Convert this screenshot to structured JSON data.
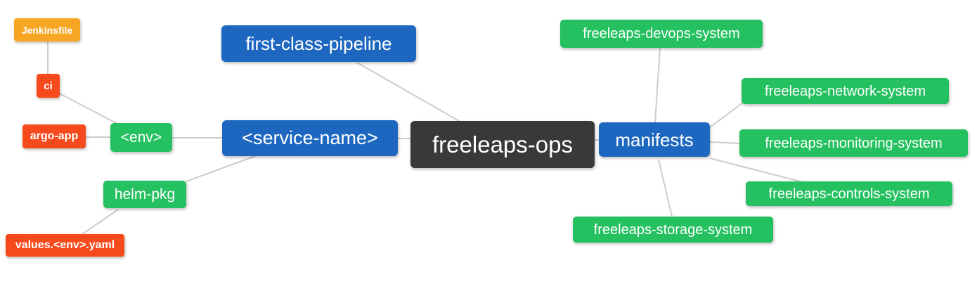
{
  "palette": {
    "background": "#ffffff",
    "text": "#ffffff",
    "edge": "#cccccc",
    "orange": "#f7a623",
    "red": "#f6491c",
    "green": "#25c160",
    "blue": "#1e67c0",
    "dark": "#3b3838"
  },
  "mindmap": {
    "root_label": "freeleaps-ops",
    "nodes": [
      {
        "id": "jenkinsfile",
        "label": "Jenkinsfile",
        "color": "#f7a623"
      },
      {
        "id": "ci",
        "label": "ci",
        "color": "#f6491c"
      },
      {
        "id": "argo-app",
        "label": "argo-app",
        "color": "#f6491c"
      },
      {
        "id": "env",
        "label": "<env>",
        "color": "#25c160"
      },
      {
        "id": "helm-pkg",
        "label": "helm-pkg",
        "color": "#25c160"
      },
      {
        "id": "values-env-yaml",
        "label": "values.<env>.yaml",
        "color": "#f6491c"
      },
      {
        "id": "first-class-pipeline",
        "label": "first-class-pipeline",
        "color": "#1e67c0"
      },
      {
        "id": "service-name",
        "label": "<service-name>",
        "color": "#1e67c0"
      },
      {
        "id": "freeleaps-ops",
        "label": "freeleaps-ops",
        "color": "#3b3838"
      },
      {
        "id": "manifests",
        "label": "manifests",
        "color": "#1e67c0"
      },
      {
        "id": "devops-system",
        "label": "freeleaps-devops-system",
        "color": "#25c160"
      },
      {
        "id": "network-system",
        "label": "freeleaps-network-system",
        "color": "#25c160"
      },
      {
        "id": "monitoring-system",
        "label": "freeleaps-monitoring-system",
        "color": "#25c160"
      },
      {
        "id": "controls-system",
        "label": "freeleaps-controls-system",
        "color": "#25c160"
      },
      {
        "id": "storage-system",
        "label": "freeleaps-storage-system",
        "color": "#25c160"
      }
    ],
    "edges": [
      {
        "from": "jenkinsfile",
        "to": "ci"
      },
      {
        "from": "ci",
        "to": "env"
      },
      {
        "from": "argo-app",
        "to": "env"
      },
      {
        "from": "env",
        "to": "service-name"
      },
      {
        "from": "helm-pkg",
        "to": "service-name"
      },
      {
        "from": "values-env-yaml",
        "to": "helm-pkg"
      },
      {
        "from": "first-class-pipeline",
        "to": "freeleaps-ops"
      },
      {
        "from": "service-name",
        "to": "freeleaps-ops"
      },
      {
        "from": "freeleaps-ops",
        "to": "manifests"
      },
      {
        "from": "manifests",
        "to": "devops-system"
      },
      {
        "from": "manifests",
        "to": "network-system"
      },
      {
        "from": "manifests",
        "to": "monitoring-system"
      },
      {
        "from": "manifests",
        "to": "controls-system"
      },
      {
        "from": "manifests",
        "to": "storage-system"
      }
    ]
  }
}
